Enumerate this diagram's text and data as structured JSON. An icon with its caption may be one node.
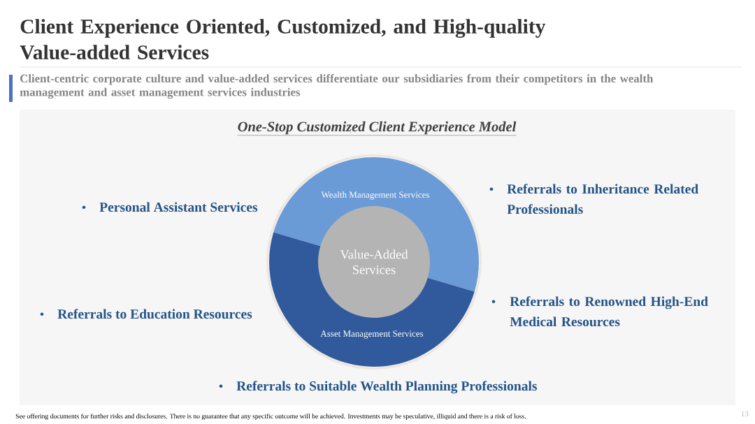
{
  "diagram": {
    "title": "Client Experience Oriented, Customized, and High-quality Value-added Services",
    "nodes": [
      {
        "text": [
          "Wealth Management Services"
        ]
      },
      {
        "text": [
          "Asset Management Services"
        ]
      },
      {
        "text": [
          "Value-Added Services"
        ]
      }
    ],
    "labels": [
      "Client-centric corporate culture and value-added services differentiate our subsidiaries from their competitors in the wealth management and asset management services industries",
      "One-Stop Customized Client Experience Model",
      "Personal Assistant Services",
      "Referrals to Inheritance Related Professionals",
      "Referrals to Education Resources",
      "Referrals to Renowned High-End Medical Resources",
      "Referrals to Suitable Wealth Planning Professionals",
      "See offering documents for further risks and disclosures. There is no guarantee that any specific outcome will be achieved. Investments may be speculative, illiquid and there is a risk of loss.",
      "13"
    ]
  }
}
